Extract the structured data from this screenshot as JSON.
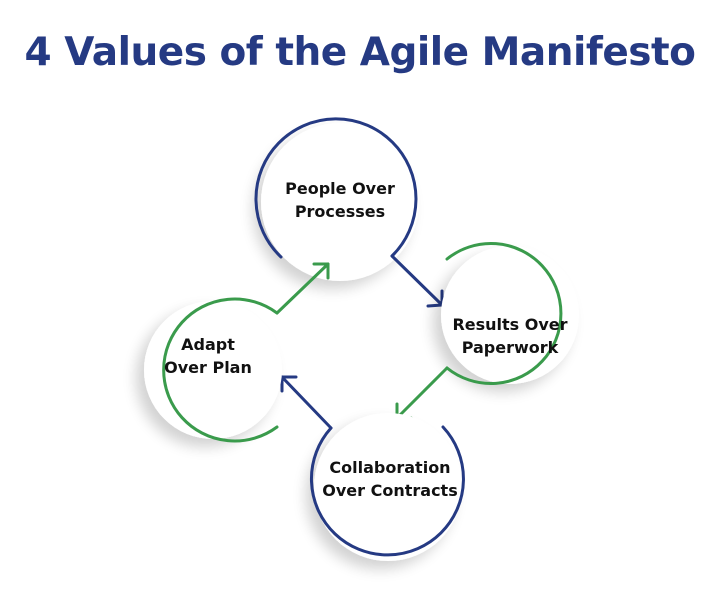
{
  "title": "4 Values of the Agile Manifesto",
  "colors": {
    "title": "#253a83",
    "navy": "#253a83",
    "green": "#3a9b4c",
    "text": "#111111",
    "background": "#ffffff"
  },
  "nodes": [
    {
      "id": "people",
      "line1": "People Over",
      "line2": "Processes",
      "color": "navy"
    },
    {
      "id": "results",
      "line1": "Results Over",
      "line2": "Paperwork",
      "color": "green"
    },
    {
      "id": "collaboration",
      "line1": "Collaboration",
      "line2": "Over Contracts",
      "color": "navy"
    },
    {
      "id": "adapt",
      "line1": "Adapt",
      "line2": "Over Plan",
      "color": "green"
    }
  ],
  "arrows": [
    {
      "from": "people",
      "to": "results",
      "color": "navy"
    },
    {
      "from": "results",
      "to": "collaboration",
      "color": "green"
    },
    {
      "from": "collaboration",
      "to": "adapt",
      "color": "navy"
    },
    {
      "from": "adapt",
      "to": "people",
      "color": "green"
    }
  ]
}
